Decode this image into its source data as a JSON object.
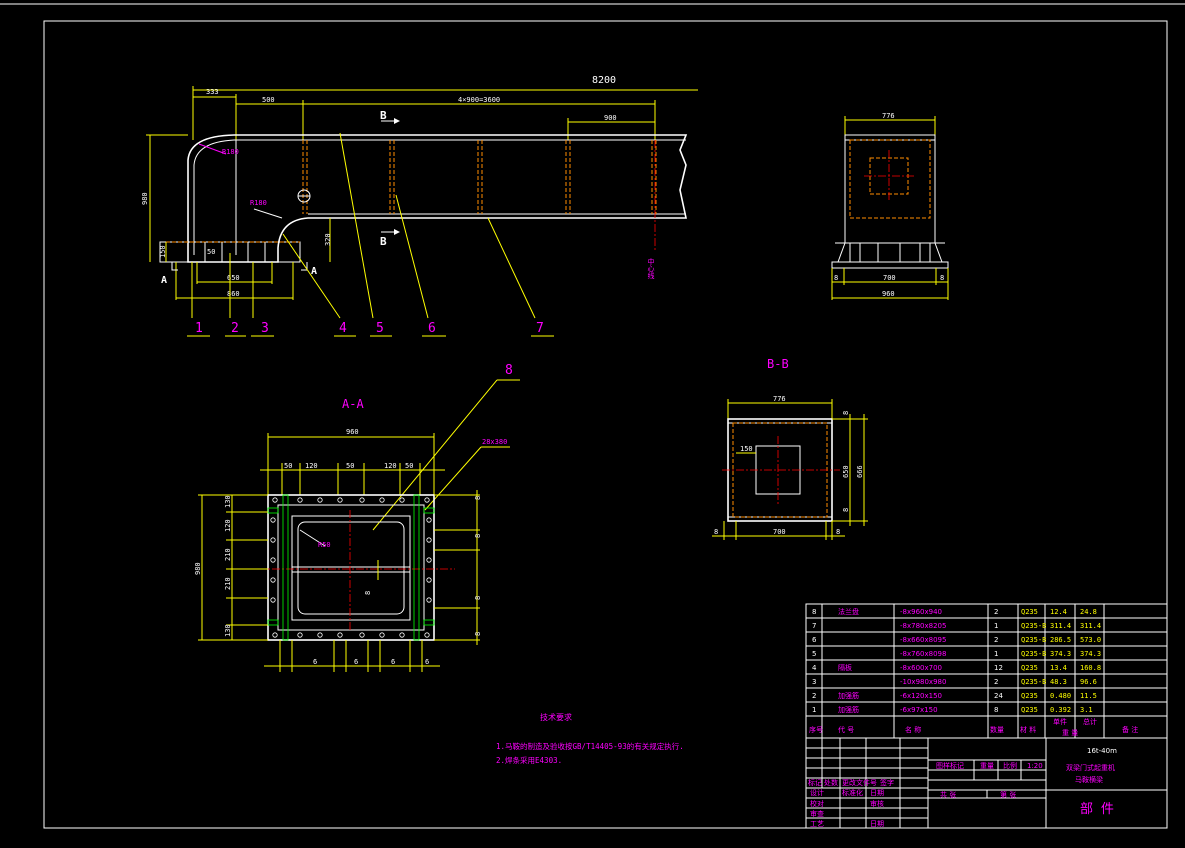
{
  "elevation": {
    "overall_length": "8200",
    "dims": {
      "d333": "333",
      "d500": "500",
      "pitch": "4×900=3600",
      "d900": "900",
      "height": "980",
      "d320": "320",
      "d150": "150",
      "d50": "50",
      "d650": "650",
      "d860": "860"
    },
    "radius_top": "R180",
    "radius_inner": "R180",
    "section_marks": {
      "a": "A",
      "b": "B"
    },
    "center_label": "中心线",
    "callouts": [
      "1",
      "2",
      "3",
      "4",
      "5",
      "6",
      "7"
    ]
  },
  "end_view": {
    "top_width": "776",
    "bottom_width": "960",
    "inner_width": "700",
    "side": "8"
  },
  "section_aa": {
    "title": "A-A",
    "callout": "8",
    "width": "960",
    "flange_note": "28x380",
    "top_dims": [
      "50",
      "120",
      "50",
      "120",
      "50"
    ],
    "height": "980",
    "left_dims": [
      "130",
      "120",
      "210",
      "210",
      "130"
    ],
    "radius": "R50",
    "gap": "8",
    "bottom_dims": [
      "6",
      "6",
      "6",
      "6"
    ],
    "side_dims": [
      "8",
      "8",
      "8",
      "8"
    ]
  },
  "section_bb": {
    "title": "B-B",
    "top_width": "776",
    "inner_hole": "150",
    "bottom_width": "700",
    "side": "8",
    "h650": "650",
    "h666": "666"
  },
  "tech_notes": {
    "title": "技术要求",
    "lines": [
      "1.马鞍的制造及验收按GB/T14405-93的有关规定执行.",
      "2.焊条采用E4303."
    ]
  },
  "bom": {
    "rows": [
      {
        "no": "8",
        "name": "法兰盘",
        "spec": "-8x960x940",
        "qty": "2",
        "mat": "Q235",
        "unit": "12.4",
        "total": "24.8"
      },
      {
        "no": "7",
        "name": "",
        "spec": "-8x780x8205",
        "qty": "1",
        "mat": "Q235-B",
        "unit": "311.4",
        "total": "311.4"
      },
      {
        "no": "6",
        "name": "",
        "spec": "-8x660x8095",
        "qty": "2",
        "mat": "Q235-B",
        "unit": "286.5",
        "total": "573.0"
      },
      {
        "no": "5",
        "name": "",
        "spec": "-8x760x8098",
        "qty": "1",
        "mat": "Q235-B",
        "unit": "374.3",
        "total": "374.3"
      },
      {
        "no": "4",
        "name": "隔板",
        "spec": "-8x600x700",
        "qty": "12",
        "mat": "Q235",
        "unit": "13.4",
        "total": "160.8"
      },
      {
        "no": "3",
        "name": "",
        "spec": "-10x980x980",
        "qty": "2",
        "mat": "Q235-B",
        "unit": "48.3",
        "total": "96.6"
      },
      {
        "no": "2",
        "name": "加强筋",
        "spec": "-6x120x150",
        "qty": "24",
        "mat": "Q235",
        "unit": "0.480",
        "total": "11.5"
      },
      {
        "no": "1",
        "name": "加强筋",
        "spec": "-6x97x150",
        "qty": "8",
        "mat": "Q235",
        "unit": "0.392",
        "total": "3.1"
      }
    ],
    "header": {
      "no": "序号",
      "code": "代 号",
      "name": "名 称",
      "qty": "数量",
      "mat": "材 料",
      "unit": "单件",
      "total": "总计",
      "weight": "重 量",
      "remark": "备 注"
    }
  },
  "title_block": {
    "project": "16t-40m",
    "line1": "双梁门式起重机",
    "line2": "马鞍横梁",
    "part": "部 件",
    "sheet_label": "共 张",
    "sheet_no": "第 张",
    "stage_mark": "图样标记",
    "weight_lbl": "重量",
    "scale_lbl": "比例",
    "ratio": "1:20",
    "left_labels": [
      "标记",
      "处数",
      "更改文件号",
      "签字",
      "设计",
      "标准化",
      "日期",
      "校对",
      "审核",
      "审查",
      "工艺",
      "日期"
    ]
  }
}
